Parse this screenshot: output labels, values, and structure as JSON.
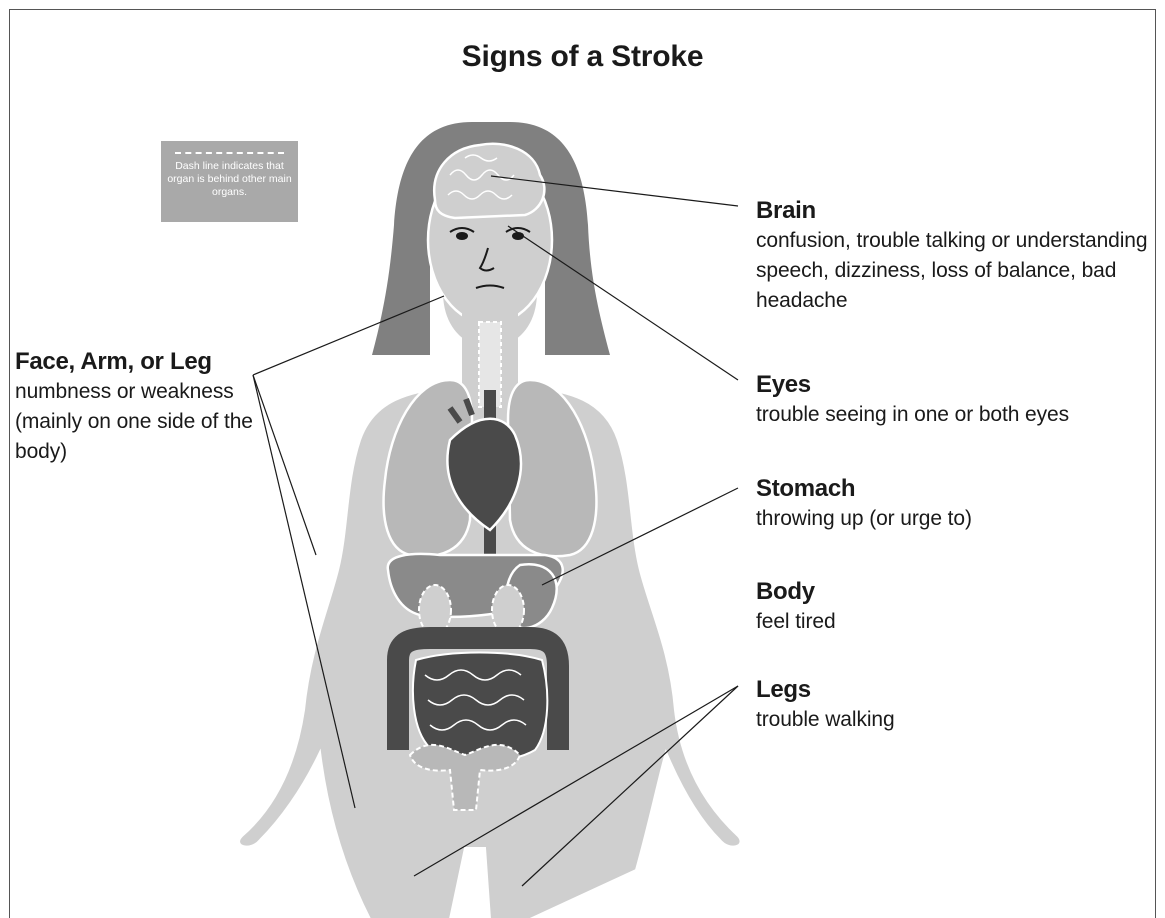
{
  "title": "Signs of a Stroke",
  "legend": {
    "text": "Dash line indicates that organ is behind other main organs."
  },
  "labels": {
    "face": {
      "heading": "Face, Arm, or Leg",
      "description": "numbness or weakness (mainly on one side of the body)"
    },
    "brain": {
      "heading": "Brain",
      "description": "confusion, trouble talking or understanding speech, dizziness, loss of balance, bad headache"
    },
    "eyes": {
      "heading": "Eyes",
      "description": "trouble seeing in one or both eyes"
    },
    "stomach": {
      "heading": "Stomach",
      "description": "throwing up (or urge to)"
    },
    "body": {
      "heading": "Body",
      "description": "feel tired"
    },
    "legs": {
      "heading": "Legs",
      "description": "trouble walking"
    }
  },
  "colors": {
    "hair": "#808080",
    "skin": "#cfcfcf",
    "organ_dark": "#4a4a4a",
    "organ_mid": "#8a8a8a",
    "legend_box": "#a9a9a9",
    "lines": "#1a1a1a"
  }
}
